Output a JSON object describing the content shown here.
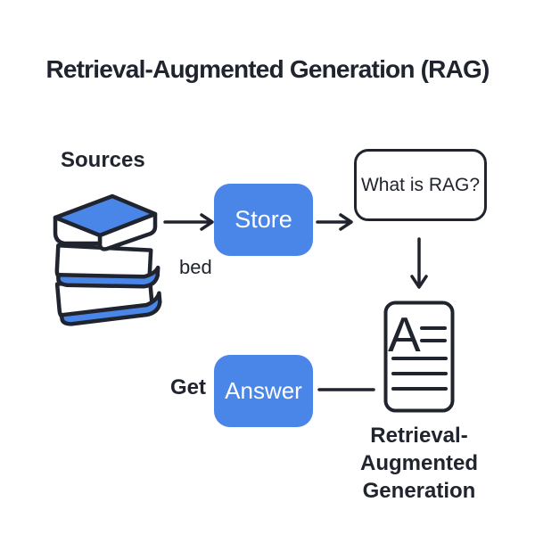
{
  "title": "Retrieval-Augmented Generation (RAG)",
  "colors": {
    "accent_blue": "#4a86e8",
    "ink": "#20242e",
    "background": "#ffffff"
  },
  "flow": {
    "sources_label": "Sources",
    "store_label": "Store",
    "embed_fragment_label": "bed",
    "question_text": "What is RAG?",
    "get_label": "Get",
    "answer_label": "Answer",
    "document_letter": "A",
    "result_caption_lines": [
      "Retrieval-",
      "Augmented",
      "Generation"
    ]
  },
  "icons": {
    "books": "books-stack-icon",
    "document": "document-icon"
  }
}
